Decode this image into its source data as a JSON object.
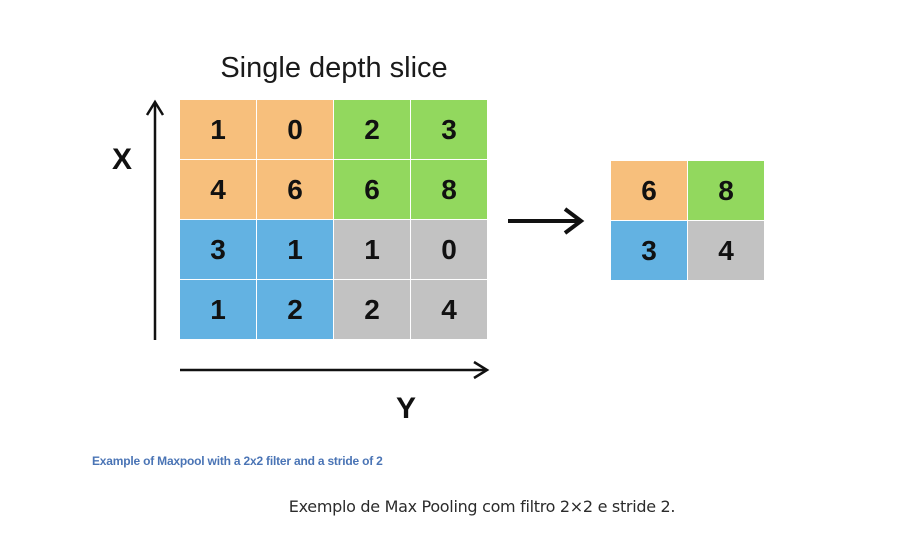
{
  "title": "Single depth slice",
  "axis_labels": {
    "x": "X",
    "y": "Y"
  },
  "colors": {
    "orange": "#f7bf7c",
    "green": "#92d85e",
    "blue": "#63b2e2",
    "gray": "#c2c2c2"
  },
  "input_grid": [
    [
      {
        "value": "1",
        "color": "#f7bf7c"
      },
      {
        "value": "0",
        "color": "#f7bf7c"
      },
      {
        "value": "2",
        "color": "#92d85e"
      },
      {
        "value": "3",
        "color": "#92d85e"
      }
    ],
    [
      {
        "value": "4",
        "color": "#f7bf7c"
      },
      {
        "value": "6",
        "color": "#f7bf7c"
      },
      {
        "value": "6",
        "color": "#92d85e"
      },
      {
        "value": "8",
        "color": "#92d85e"
      }
    ],
    [
      {
        "value": "3",
        "color": "#63b2e2"
      },
      {
        "value": "1",
        "color": "#63b2e2"
      },
      {
        "value": "1",
        "color": "#c2c2c2"
      },
      {
        "value": "0",
        "color": "#c2c2c2"
      }
    ],
    [
      {
        "value": "1",
        "color": "#63b2e2"
      },
      {
        "value": "2",
        "color": "#63b2e2"
      },
      {
        "value": "2",
        "color": "#c2c2c2"
      },
      {
        "value": "4",
        "color": "#c2c2c2"
      }
    ]
  ],
  "output_grid": [
    [
      {
        "value": "6",
        "color": "#f7bf7c"
      },
      {
        "value": "8",
        "color": "#92d85e"
      }
    ],
    [
      {
        "value": "3",
        "color": "#63b2e2"
      },
      {
        "value": "4",
        "color": "#c2c2c2"
      }
    ]
  ],
  "caption_small": "Example of Maxpool with a 2x2 filter and a stride of 2",
  "caption_main": "Exemplo de Max Pooling com filtro 2×2 e stride 2."
}
